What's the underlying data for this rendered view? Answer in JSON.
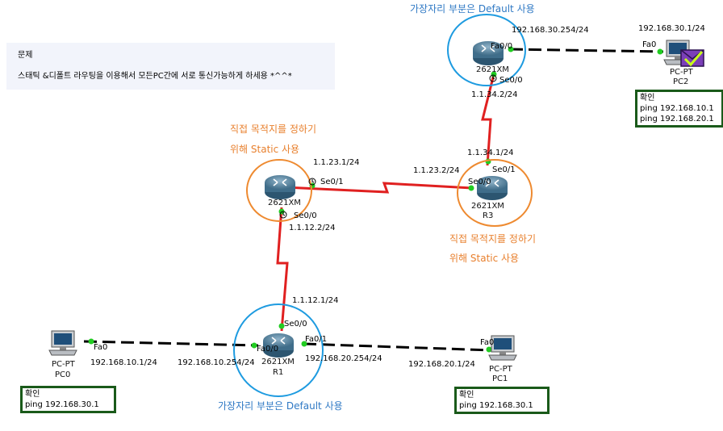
{
  "problem": {
    "title": "문제",
    "text": "스태틱 &디폴트 라우팅을 이용해서 모든PC간에 서로 통신가능하게 하세용 *^^*"
  },
  "annotations": {
    "top_blue": "가장자리 부분은 Default 사용",
    "bottom_blue": "가장자리 부분은 Default 사용",
    "left_orange_1": "직접 목적지를 정하기",
    "left_orange_2": "위해 Static 사용",
    "right_orange_1": "직접 목적지를 정하기",
    "right_orange_2": "위해 Static 사용"
  },
  "routers": {
    "r_top": {
      "model": "2621XM",
      "name": ""
    },
    "r_left": {
      "model": "2621XM",
      "name": ""
    },
    "r3": {
      "model": "2621XM",
      "name": "R3"
    },
    "r1": {
      "model": "2621XM",
      "name": "R1"
    }
  },
  "pcs": {
    "pc0": {
      "type": "PC-PT",
      "name": "PC0",
      "port": "Fa0",
      "ip": "192.168.10.1/24"
    },
    "pc1": {
      "type": "PC-PT",
      "name": "PC1",
      "port": "Fa0",
      "ip": "192.168.20.1/24"
    },
    "pc2": {
      "type": "PC-PT",
      "name": "PC2",
      "port": "Fa0",
      "ip": "192.168.30.1/24"
    }
  },
  "ports": {
    "top_fa00": "Fa0/0",
    "top_fa00_ip": "192.168.30.254/24",
    "top_se00": "Se0/0",
    "top_se00_ip": "1.1.34.2/24",
    "r3_se01": "Se0/1",
    "r3_se01_ip": "1.1.34.1/24",
    "r3_se00": "Se0/0",
    "r3_se00_ip": "1.1.23.2/24",
    "left_se01": "Se0/1",
    "left_se01_ip": "1.1.23.1/24",
    "left_se00": "Se0/0",
    "left_se00_ip": "1.1.12.2/24",
    "r1_se00": "Se0/0",
    "r1_se00_ip": "1.1.12.1/24",
    "r1_fa00": "Fa0/0",
    "r1_fa00_ip": "192.168.10.254/24",
    "r1_fa01": "Fa0/1",
    "r1_fa01_ip": "192.168.20.254/24"
  },
  "notes": {
    "pc0": {
      "title": "확인",
      "lines": [
        "ping 192.168.30.1"
      ]
    },
    "pc1": {
      "title": "확인",
      "lines": [
        "ping 192.168.30.1"
      ]
    },
    "pc2": {
      "title": "확인",
      "lines": [
        "ping 192.168.10.1",
        "ping 192.168.20.1"
      ]
    }
  },
  "colors": {
    "serial_link": "#e02020",
    "ethernet_link": "#000000",
    "blue_circle": "#1e9be0",
    "orange_circle": "#ee8a30",
    "note_border": "#1a5a1a",
    "link_up": "#22cc22"
  }
}
